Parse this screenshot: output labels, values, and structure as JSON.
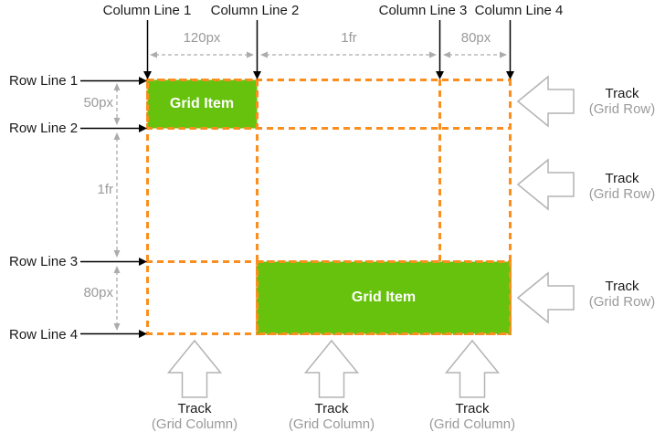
{
  "colors": {
    "grid_line_orange": "#FB8E1E",
    "grid_item_green": "#66C20D",
    "dim_label_gray": "#9A9A9A",
    "arrow_outline_gray": "#B3B3B3",
    "text_black": "#1A1A1A",
    "item_text_white": "#FFFFFF"
  },
  "column_lines": [
    "Column Line 1",
    "Column Line 2",
    "Column Line 3",
    "Column Line 4"
  ],
  "row_lines": [
    "Row Line 1",
    "Row Line 2",
    "Row Line 3",
    "Row Line 4"
  ],
  "column_track_sizes": [
    "120px",
    "1fr",
    "80px"
  ],
  "row_track_sizes": [
    "50px",
    "1fr",
    "80px"
  ],
  "grid_items": [
    {
      "label": "Grid Item"
    },
    {
      "label": "Grid Item"
    }
  ],
  "row_tracks": [
    {
      "title": "Track",
      "subtitle": "(Grid Row)"
    },
    {
      "title": "Track",
      "subtitle": "(Grid Row)"
    },
    {
      "title": "Track",
      "subtitle": "(Grid Row)"
    }
  ],
  "column_tracks": [
    {
      "title": "Track",
      "subtitle": "(Grid Column)"
    },
    {
      "title": "Track",
      "subtitle": "(Grid Column)"
    },
    {
      "title": "Track",
      "subtitle": "(Grid Column)"
    }
  ]
}
